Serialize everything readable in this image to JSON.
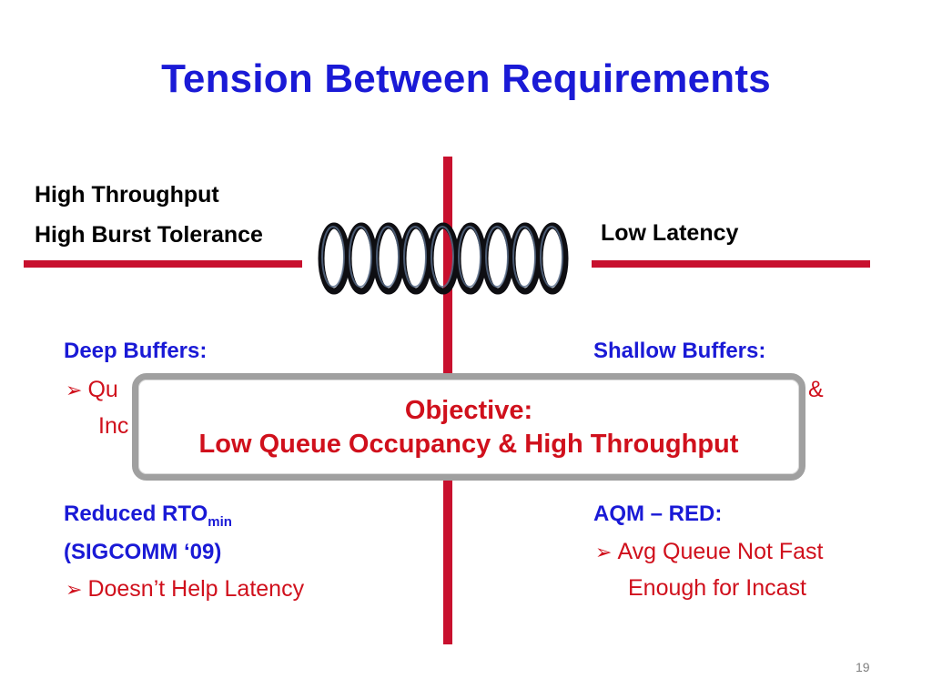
{
  "slide": {
    "title": "Tension Between Requirements",
    "page_number": "19"
  },
  "left_labels": [
    "High Throughput",
    "High Burst Tolerance"
  ],
  "right_label": "Low Latency",
  "quadrants": {
    "top_left": {
      "heading": "Deep Buffers:",
      "bullet_visible_line1": "Qu",
      "bullet_visible_line2": "Inc"
    },
    "top_right": {
      "heading": "Shallow Buffers:",
      "bullet_visible_tail": "&"
    },
    "bottom_left": {
      "heading_main": "Reduced RTO",
      "heading_sub": "min",
      "heading_line2": "(SIGCOMM ‘09)",
      "bullet": "Doesn’t Help Latency"
    },
    "bottom_right": {
      "heading": "AQM – RED:",
      "bullet_line1": "Avg Queue Not Fast",
      "bullet_line2": "Enough for Incast"
    }
  },
  "objective": {
    "line1": "Objective:",
    "line2": "Low Queue Occupancy & High Throughput"
  },
  "colors": {
    "title": "#1a1ad6",
    "axis": "#c8102e",
    "bullet_text": "#d0101c",
    "objective_border": "#a0a0a0"
  }
}
